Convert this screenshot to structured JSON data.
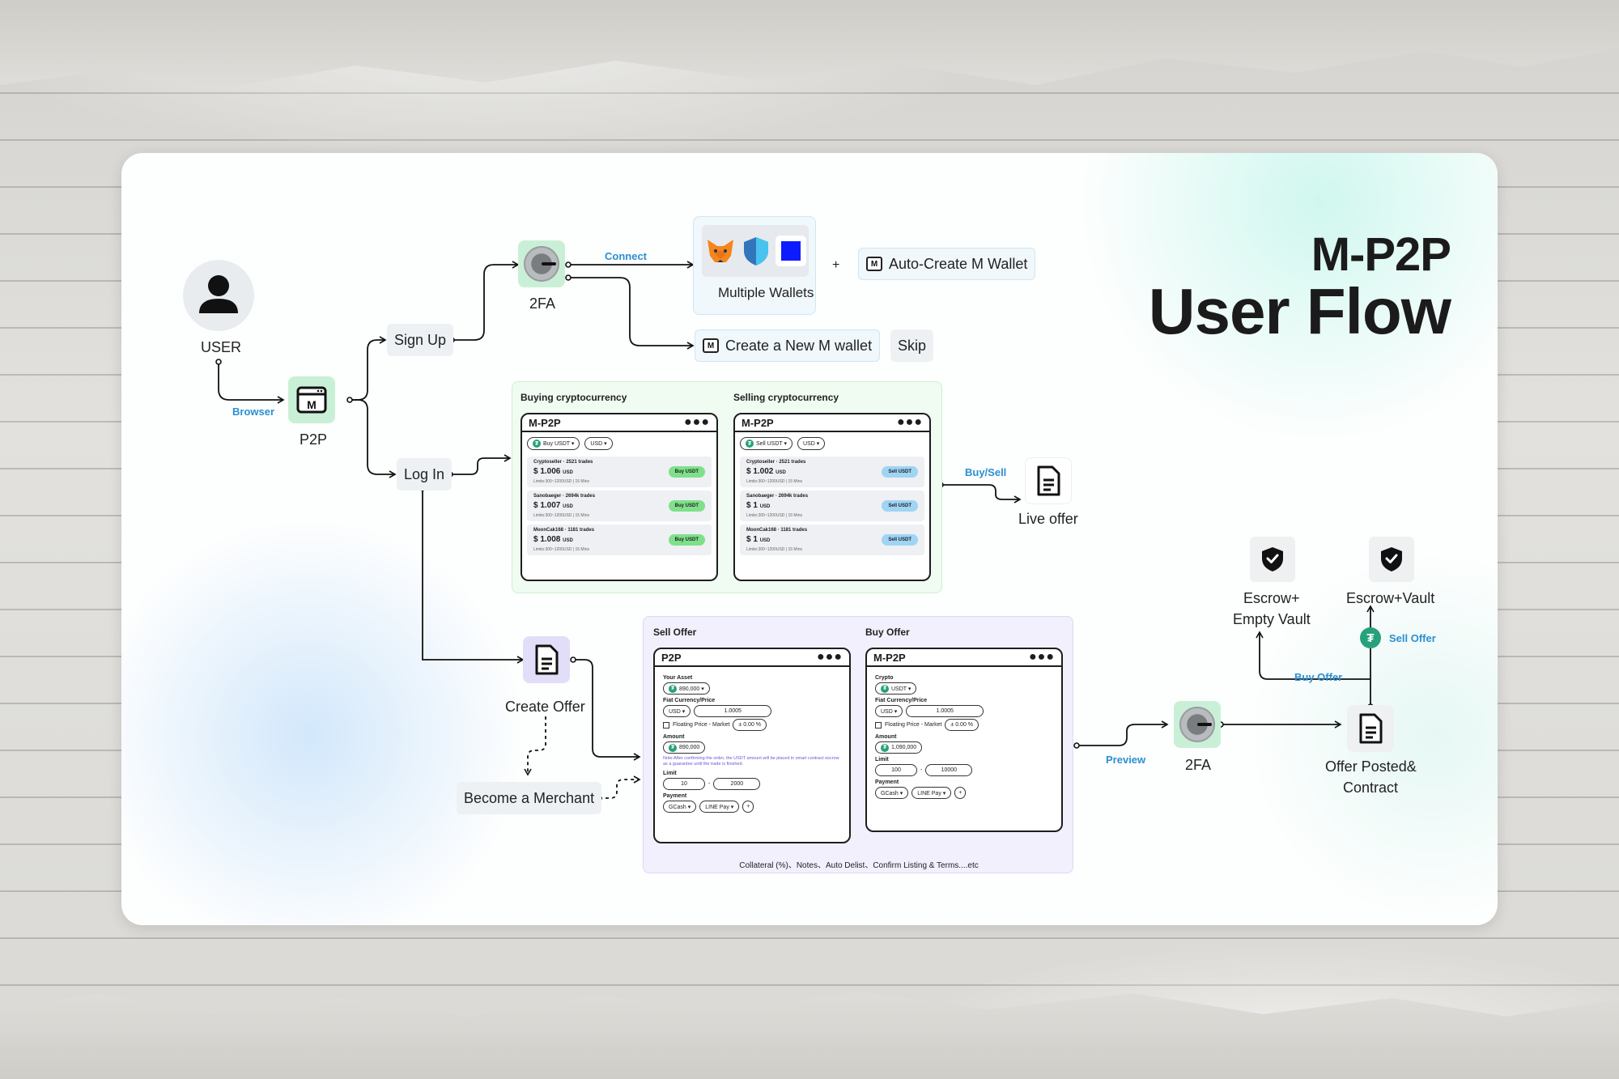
{
  "title": {
    "line1": "M-P2P",
    "line2": "User Flow"
  },
  "nodes": {
    "user": "USER",
    "p2p": "P2P",
    "browser": "Browser",
    "sign_up": "Sign Up",
    "log_in": "Log In",
    "twofa_top": "2FA",
    "connect": "Connect",
    "multiple_wallets": "Multiple Wallets",
    "plus": "+",
    "auto_create": "Auto-Create M Wallet",
    "create_new": "Create a New M wallet",
    "skip": "Skip",
    "buy_sell": "Buy/Sell",
    "live_offer": "Live offer",
    "create_offer": "Create Offer",
    "become_merchant": "Become a Merchant",
    "preview": "Preview",
    "twofa_bottom": "2FA",
    "offer_posted_1": "Offer Posted&",
    "offer_posted_2": "Contract",
    "escrow_empty_1": "Escrow+",
    "escrow_empty_2": "Empty Vault",
    "escrow_vault": "Escrow+Vault",
    "buy_offer_label": "Buy Offer",
    "sell_offer_label": "Sell Offer"
  },
  "icons": {
    "user": "person-icon",
    "p2p": "m-window-icon",
    "twofa": "dial-icon",
    "metamask": "fox-icon",
    "trust": "shield-icon",
    "square": "square-wallet-icon",
    "document": "document-icon",
    "shield_check": "shield-check-icon",
    "tether": "tether-icon"
  },
  "colors": {
    "link_blue": "#2b8fd1",
    "green_tile": "#c9f0d6",
    "purple_tile": "#e2def9",
    "tether": "#26a17b"
  },
  "buy_panel": {
    "title": "Buying cryptocurrency",
    "app_name": "M-P2P",
    "dots": "●●●",
    "chips": [
      "Buy USDT ▾",
      "USD ▾"
    ],
    "offers": [
      {
        "name": "Cryptoseller · 2521 trades",
        "price": "$ 1.006",
        "unit": "USD",
        "limit": "Limits:300~1200USD | 15 Mins",
        "button": "Buy USDT"
      },
      {
        "name": "Sanobaeger · 2694k trades",
        "price": "$ 1.007",
        "unit": "USD",
        "limit": "Limits:300~1200USD | 15 Mins",
        "button": "Buy USDT"
      },
      {
        "name": "MoonCak168 · 1181 trades",
        "price": "$ 1.008",
        "unit": "USD",
        "limit": "Limits:300~1200USD | 15 Mins",
        "button": "Buy USDT"
      }
    ]
  },
  "sell_panel": {
    "title": "Selling cryptocurrency",
    "app_name": "M-P2P",
    "dots": "●●●",
    "chips": [
      "Sell USDT ▾",
      "USD ▾"
    ],
    "offers": [
      {
        "name": "Cryptoseller · 2521 trades",
        "price": "$ 1.002",
        "unit": "USD",
        "limit": "Limits:300~1200USD | 15 Mins",
        "button": "Sell USDT"
      },
      {
        "name": "Sanobaeger · 2694k trades",
        "price": "$ 1",
        "unit": "USD",
        "limit": "Limits:300~1200USD | 15 Mins",
        "button": "Sell USDT"
      },
      {
        "name": "MoonCak168 · 1181 trades",
        "price": "$ 1",
        "unit": "USD",
        "limit": "Limits:300~1200USD | 15 Mins",
        "button": "Sell USDT"
      }
    ]
  },
  "offer_panel": {
    "sell_title": "Sell Offer",
    "buy_title": "Buy Offer",
    "footer": "Collateral (%)、Notes、Auto Delist、Confirm Listing & Terms....etc",
    "sell_form": {
      "app_name": "P2P",
      "dots": "●●●",
      "asset_label": "Your Asset",
      "asset_value": "890,000 ▾",
      "fiat_label": "Fiat Currency/Price",
      "fiat_currency": "USD ▾",
      "fiat_price": "1.0005",
      "floating": "Floating Price - Market",
      "floating_value": "± 0.00 %",
      "amount_label": "Amount",
      "amount_value": "890,000",
      "note": "Note:After confirming the order, the USDT amount will be placed in smart contract escrow as a guarantee until the trade is finished.",
      "limit_label": "Limit",
      "limit_min": "10",
      "limit_dash": "-",
      "limit_max": "2000",
      "payment_label": "Payment",
      "payments": [
        "GCash ▾",
        "LINE Pay ▾",
        "+"
      ]
    },
    "buy_form": {
      "app_name": "M-P2P",
      "dots": "●●●",
      "crypto_label": "Crypto",
      "crypto_value": "USDT ▾",
      "fiat_label": "Fiat Currency/Price",
      "fiat_currency": "USD ▾",
      "fiat_price": "1.0005",
      "floating": "Floating Price - Market",
      "floating_value": "± 0.00 %",
      "amount_label": "Amount",
      "amount_value": "1,090,000",
      "limit_label": "Limit",
      "limit_min": "100",
      "limit_dash": "-",
      "limit_max": "10000",
      "payment_label": "Payment",
      "payments": [
        "GCash ▾",
        "LINE Pay ▾",
        "+"
      ]
    }
  }
}
